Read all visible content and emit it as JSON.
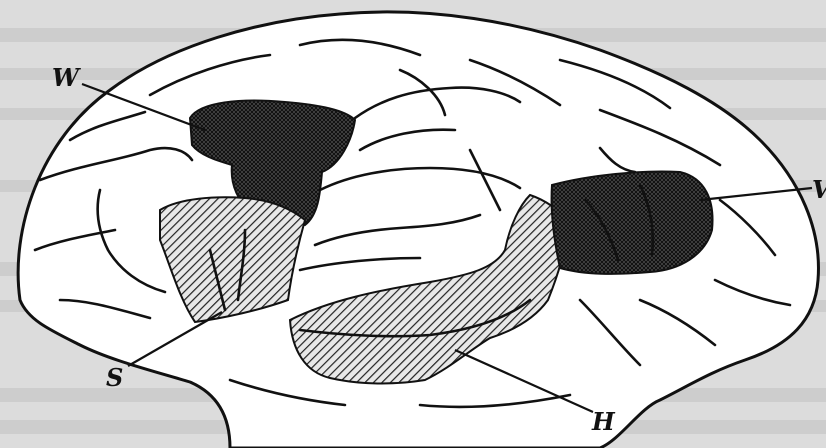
{
  "figure": {
    "labels": {
      "W": "W",
      "S": "S",
      "H": "H",
      "V": "V"
    },
    "background_color": "#dcdcdc",
    "ink_color": "#111111"
  }
}
